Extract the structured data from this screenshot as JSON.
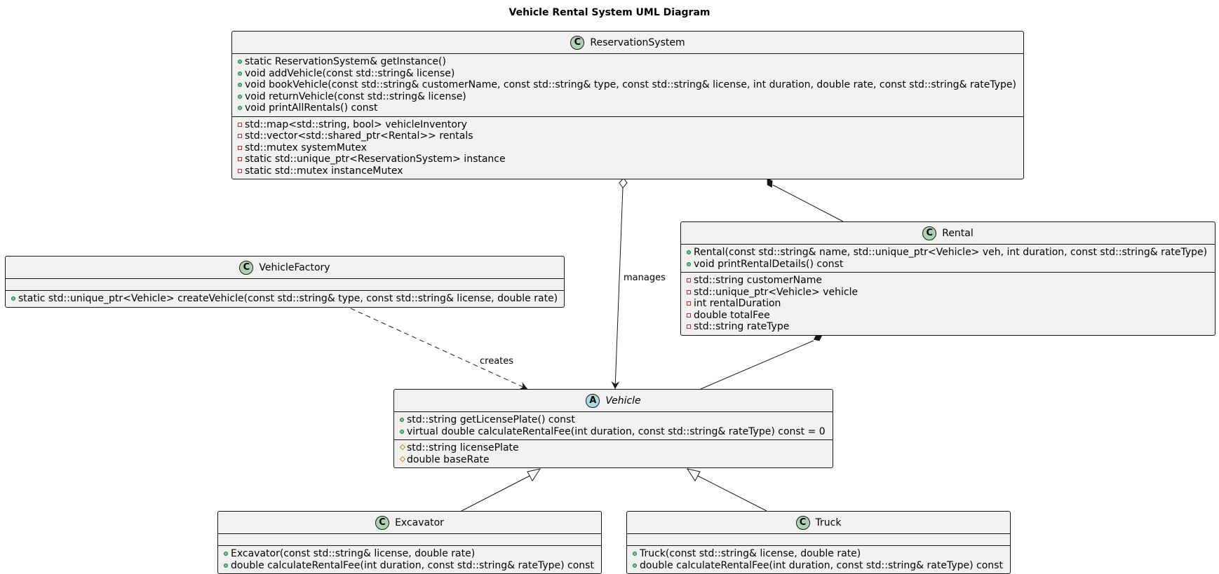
{
  "title": "Vehicle Rental System UML Diagram",
  "classes": {
    "reservation": {
      "name": "ReservationSystem",
      "stereotype": "C",
      "methods": [
        {
          "vis": "pub",
          "text": "static ReservationSystem& getInstance()"
        },
        {
          "vis": "pub",
          "text": "void addVehicle(const std::string& license)"
        },
        {
          "vis": "pub",
          "text": "void bookVehicle(const std::string& customerName, const std::string& type, const std::string& license, int duration, double rate, const std::string& rateType)"
        },
        {
          "vis": "pub",
          "text": "void returnVehicle(const std::string& license)"
        },
        {
          "vis": "pub",
          "text": "void printAllRentals() const"
        }
      ],
      "fields": [
        {
          "vis": "priv",
          "text": "std::map<std::string, bool> vehicleInventory"
        },
        {
          "vis": "priv",
          "text": "std::vector<std::shared_ptr<Rental>> rentals"
        },
        {
          "vis": "priv",
          "text": "std::mutex systemMutex"
        },
        {
          "vis": "priv",
          "text": "static std::unique_ptr<ReservationSystem> instance"
        },
        {
          "vis": "priv",
          "text": "static std::mutex instanceMutex"
        }
      ]
    },
    "factory": {
      "name": "VehicleFactory",
      "stereotype": "C",
      "fields": [],
      "methods": [
        {
          "vis": "pub",
          "text": "static std::unique_ptr<Vehicle> createVehicle(const std::string& type, const std::string& license, double rate)"
        }
      ]
    },
    "rental": {
      "name": "Rental",
      "stereotype": "C",
      "methods": [
        {
          "vis": "pub",
          "text": "Rental(const std::string& name, std::unique_ptr<Vehicle> veh, int duration, const std::string& rateType)"
        },
        {
          "vis": "pub",
          "text": "void printRentalDetails() const"
        }
      ],
      "fields": [
        {
          "vis": "priv",
          "text": "std::string customerName"
        },
        {
          "vis": "priv",
          "text": "std::unique_ptr<Vehicle> vehicle"
        },
        {
          "vis": "priv",
          "text": "int rentalDuration"
        },
        {
          "vis": "priv",
          "text": "double totalFee"
        },
        {
          "vis": "priv",
          "text": "std::string rateType"
        }
      ]
    },
    "vehicle": {
      "name": "Vehicle",
      "stereotype": "A",
      "methods": [
        {
          "vis": "pub",
          "text": "std::string getLicensePlate() const"
        },
        {
          "vis": "pub",
          "text": "virtual double calculateRentalFee(int duration, const std::string& rateType) const = 0"
        }
      ],
      "fields": [
        {
          "vis": "prot",
          "text": "std::string licensePlate"
        },
        {
          "vis": "prot",
          "text": "double baseRate"
        }
      ]
    },
    "excavator": {
      "name": "Excavator",
      "stereotype": "C",
      "fields": [],
      "methods": [
        {
          "vis": "pub",
          "text": "Excavator(const std::string& license, double rate)"
        },
        {
          "vis": "pub",
          "text": "double calculateRentalFee(int duration, const std::string& rateType) const"
        }
      ]
    },
    "truck": {
      "name": "Truck",
      "stereotype": "C",
      "fields": [],
      "methods": [
        {
          "vis": "pub",
          "text": "Truck(const std::string& license, double rate)"
        },
        {
          "vis": "pub",
          "text": "double calculateRentalFee(int duration, const std::string& rateType) const"
        }
      ]
    }
  },
  "relations": {
    "manages_label": "manages",
    "creates_label": "creates"
  }
}
